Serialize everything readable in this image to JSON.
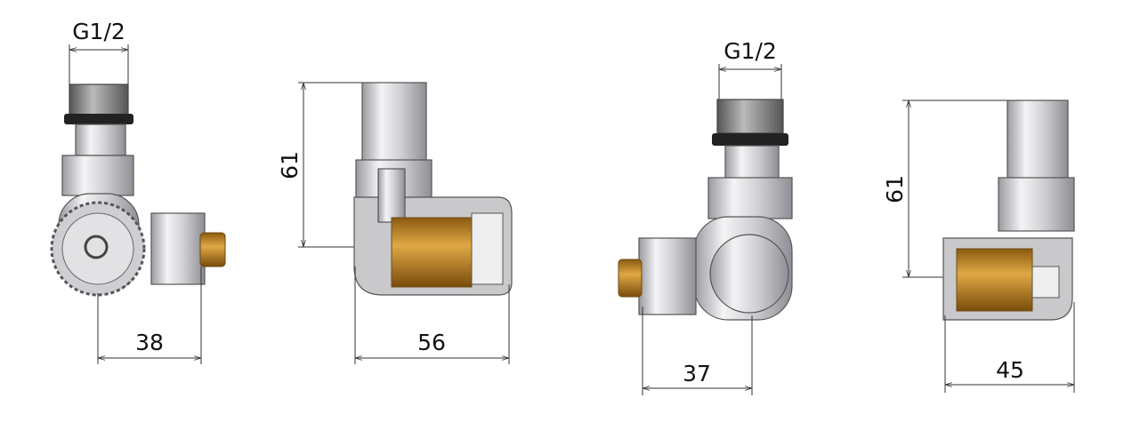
{
  "title": "Radiator valve dimension drawings",
  "colors": {
    "chrome": "#d8d8dc",
    "brass": "#b8862b",
    "line": "#333333"
  },
  "views": [
    {
      "name": "valve-1-front",
      "thread_label": "G1/2",
      "width_label": "38"
    },
    {
      "name": "valve-1-section",
      "height_label": "61",
      "width_label": "56"
    },
    {
      "name": "valve-2-front",
      "thread_label": "G1/2",
      "width_label": "37"
    },
    {
      "name": "valve-2-section",
      "height_label": "61",
      "width_label": "45"
    }
  ]
}
